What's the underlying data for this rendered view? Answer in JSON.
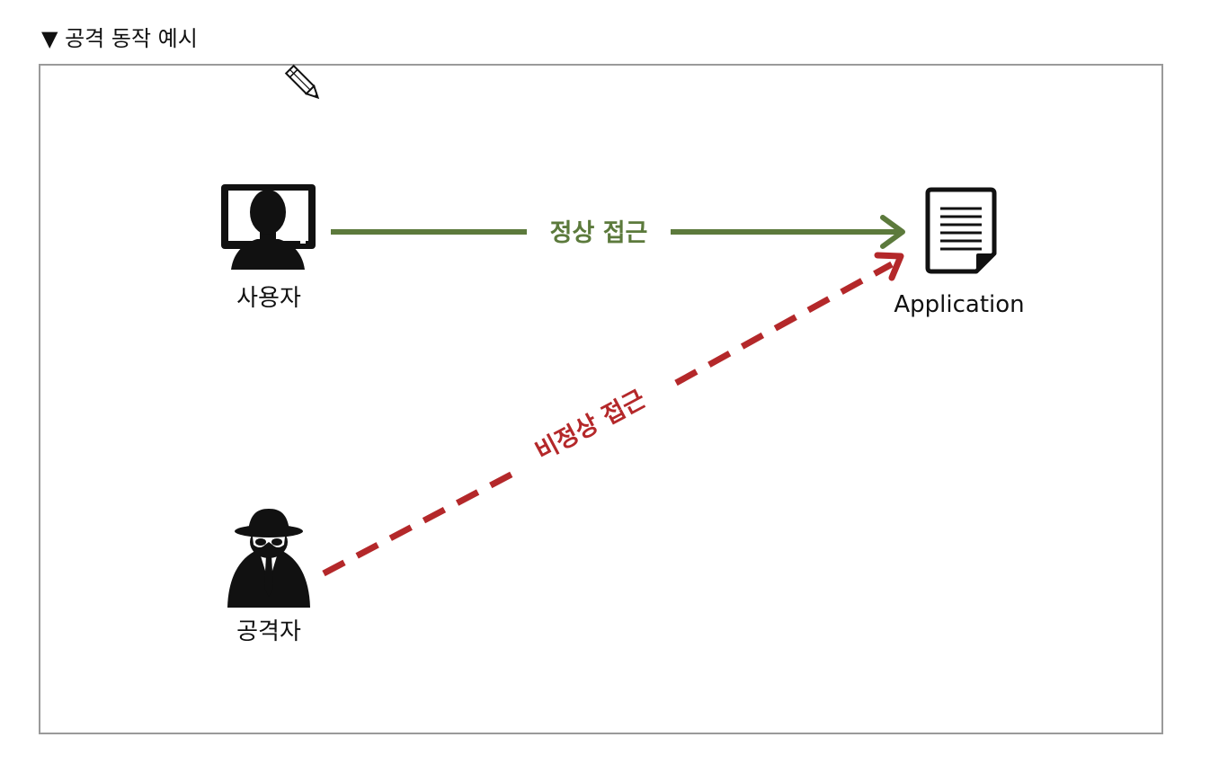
{
  "section": {
    "title": "▼ 공격 동작 예시"
  },
  "diagram": {
    "nodes": {
      "user": {
        "label": "사용자",
        "icon": "user-computer-icon"
      },
      "application": {
        "label": "Application",
        "icon": "document-icon"
      },
      "attacker": {
        "label": "공격자",
        "icon": "spy-attacker-icon"
      }
    },
    "edges": {
      "normal": {
        "label": "정상 접근",
        "color": "#5c7a3c",
        "style": "solid"
      },
      "attack": {
        "label": "비정상 접근",
        "color": "#b4282a",
        "style": "dashed"
      }
    },
    "decorations": {
      "pencil": {
        "icon": "pencil-icon"
      }
    }
  }
}
